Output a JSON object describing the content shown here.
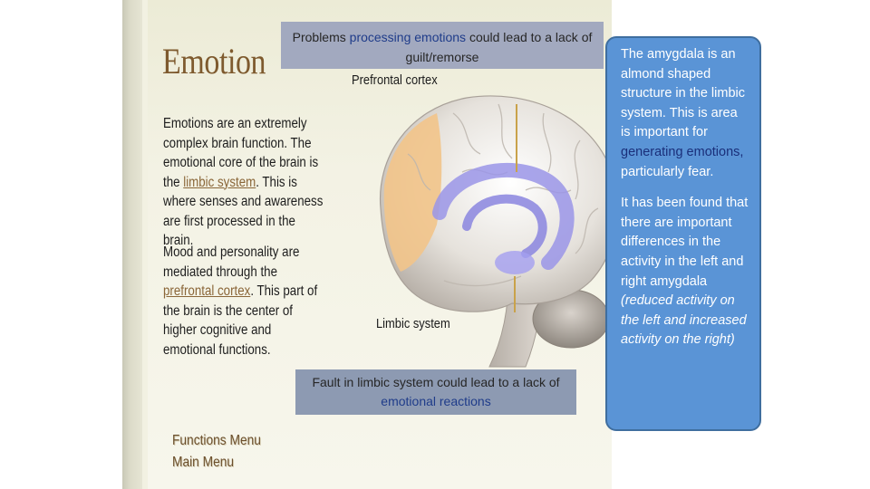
{
  "slide": {
    "title": "Emotion",
    "para1": {
      "t1": "Emotions are an extremely complex brain function. The emotional core of the brain is the ",
      "link": "limbic system",
      "t2": ". This is where senses and awareness are first processed in the brain."
    },
    "para2": {
      "t1": "Mood and personality are mediated through the ",
      "link": "prefrontal cortex",
      "t2": ". This part of the brain is the center of higher cognitive and emotional functions."
    },
    "labels": {
      "prefrontal": "Prefrontal cortex",
      "limbic": "Limbic system"
    },
    "menu": {
      "functions": "Functions Menu",
      "main": "Main Menu"
    }
  },
  "box_top": {
    "t1": "Problems ",
    "hl": "processing emotions",
    "t2": " could lead to a lack of guilt/remorse"
  },
  "box_bottom": {
    "t1": "Fault in limbic system could lead to a lack of ",
    "hl": "emotional reactions"
  },
  "callout": {
    "p1_a": "The amygdala is an almond shaped structure in the limbic system. This is area is important for ",
    "p1_hl": "generating emotions,",
    "p1_b": " particularly fear.",
    "p2_a": "It has been found that there are important differences in the activity in the left and right amygdala ",
    "p2_italic": "(reduced activity on the left and increased activity on the right)"
  },
  "colors": {
    "callout_bg": "#5a94d6",
    "highlight": "#1f3c8a",
    "title_brown": "#7e5a2e"
  }
}
